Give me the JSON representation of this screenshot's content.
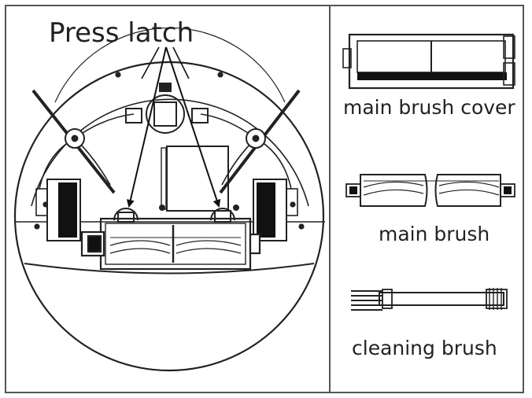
{
  "labels": {
    "press_latch": "Press latch",
    "main_brush_cover": "main brush cover",
    "main_brush": "main brush",
    "cleaning_brush": "cleaning brush"
  },
  "colors": {
    "line": "#222222",
    "fill_dark": "#111111",
    "fill_gray": "#e6e6e6"
  }
}
